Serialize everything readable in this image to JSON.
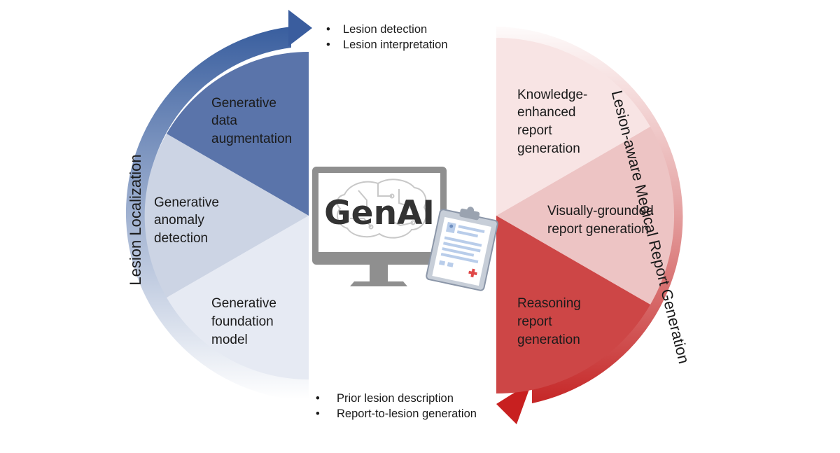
{
  "left_section": {
    "title": "Lesion Localization",
    "segments": [
      {
        "lines": [
          "Generative",
          "data",
          "augmentation"
        ]
      },
      {
        "lines": [
          "Generative",
          "anomaly",
          "detection"
        ]
      },
      {
        "lines": [
          "Generative",
          "foundation",
          "model"
        ]
      }
    ],
    "colors": {
      "dark": "#5a74aa",
      "mid": "#ccd4e4",
      "light": "#e6eaf3"
    }
  },
  "right_section": {
    "title": "Lesion-aware Medical Report Generation",
    "segments": [
      {
        "lines": [
          "Knowledge-",
          "enhanced",
          "report",
          "generation"
        ]
      },
      {
        "lines": [
          "Visually-grounded",
          "report generation"
        ]
      },
      {
        "lines": [
          "Reasoning",
          "report",
          "generation"
        ]
      }
    ],
    "colors": {
      "light": "#f8e4e4",
      "mid": "#edc4c4",
      "dark": "#cd4646"
    }
  },
  "top_bullets": [
    "Lesion detection",
    "Lesion interpretation"
  ],
  "bottom_bullets": [
    "Prior lesion description",
    "Report-to-lesion generation"
  ],
  "center": {
    "logo_text": "GenAI"
  }
}
